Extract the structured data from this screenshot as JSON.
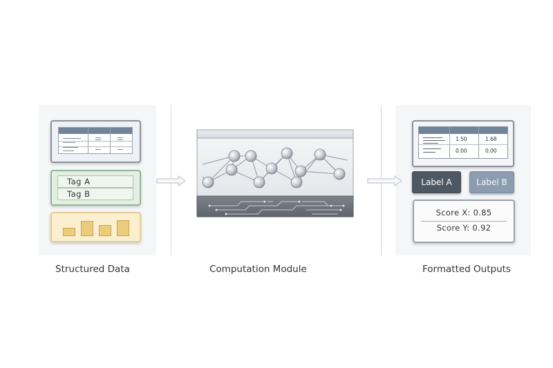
{
  "left_panel": {
    "tags": [
      "Tag A",
      "Tag B"
    ],
    "caption": "Structured Data"
  },
  "center_panel": {
    "caption": "Computation Module"
  },
  "right_panel": {
    "table": {
      "rows": [
        [
          "1.50",
          "1.68"
        ],
        [
          "0.00",
          "0.00"
        ]
      ]
    },
    "labels": [
      "Label A",
      "Label B"
    ],
    "scores": [
      "Score X: 0.85",
      "Score Y: 0.92"
    ],
    "caption": "Formatted Outputs"
  },
  "colors": {
    "table_header": "#6f8399",
    "tag_card": "#e3efe2",
    "bar_card": "#fbefcf",
    "label_a": "#4e5865",
    "label_b": "#8d9db1",
    "module_base": "#6b7077"
  },
  "icons": [
    "arrow-right-icon",
    "neural-network-icon",
    "circuit-traces-icon"
  ]
}
